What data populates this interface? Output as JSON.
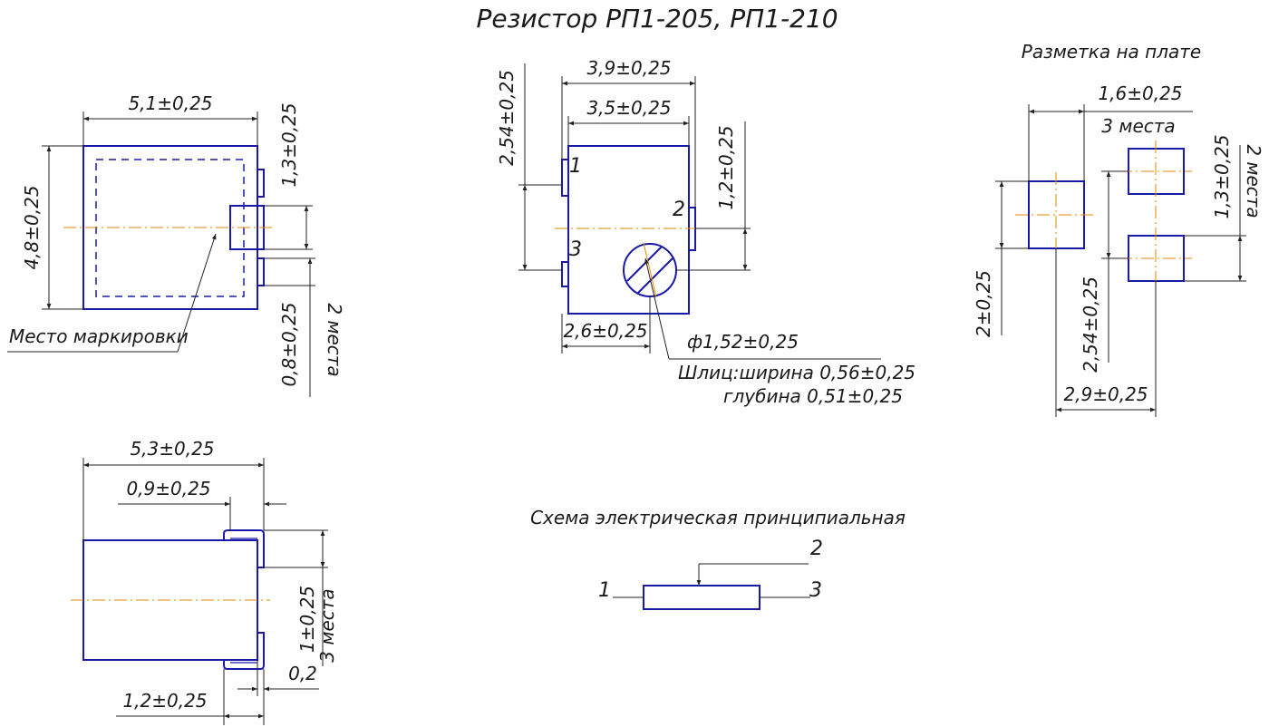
{
  "title": "Резистор РП1-205, РП1-210",
  "front_view": {
    "width_dim": "5,1±0,25",
    "height_dim": "4,8±0,25",
    "tab_dim": "1,3±0,25",
    "pin_dim": "0,8±0,25",
    "pin_count_note": "2 места",
    "marking_label": "Место маркировки"
  },
  "top_view": {
    "outer_width_dim": "3,9±0,25",
    "inner_width_dim": "3,5±0,25",
    "pitch_dim": "2,54±0,25",
    "pin2_dim": "1,2±0,25",
    "bottom_dim": "2,6±0,25",
    "diameter_dim": "ф1,52±0,25",
    "slot_width_note": "Шлиц:ширина 0,56±0,25",
    "slot_depth_note": "глубина 0,51±0,25",
    "pin_labels": [
      "1",
      "2",
      "3"
    ]
  },
  "side_view": {
    "width_dim": "5,3±0,25",
    "terminal_dim": "0,9±0,25",
    "height_dim": "1±0,25",
    "height_note": "3 места",
    "gap_dim": "0,2",
    "bottom_dim": "1,2±0,25"
  },
  "pcb_layout": {
    "title": "Разметка на плате",
    "pad_width_dim": "1,6±0,25",
    "pad_width_note": "3 места",
    "pad_height_dim": "1,3±0,25",
    "pad_height_note": "2 места",
    "left_pad_dim": "2±0,25",
    "pitch_dim": "2,54±0,25",
    "span_dim": "2,9±0,25"
  },
  "schematic": {
    "title": "Схема электрическая принципиальная",
    "labels": [
      "1",
      "2",
      "3"
    ]
  },
  "colors": {
    "part_outline": "#1a1aa8",
    "center_line": "#e08a00",
    "dimension": "#222222"
  }
}
